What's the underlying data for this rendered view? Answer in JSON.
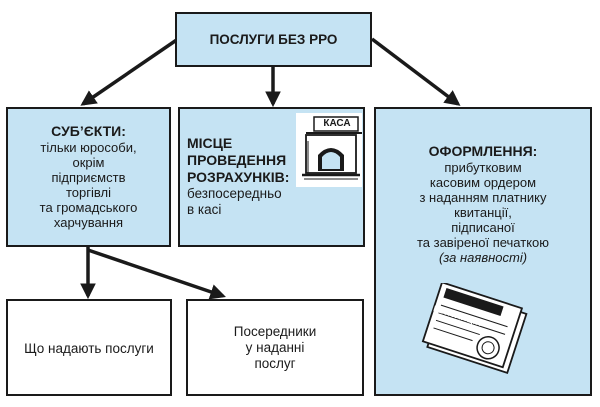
{
  "top": {
    "title": "ПОСЛУГИ БЕЗ РРО"
  },
  "subjects": {
    "heading": "СУБ’ЄКТИ:",
    "body": [
      "тільки юрособи,",
      "окрім",
      "підприємств",
      "торгівлі",
      "та громадського",
      "харчування"
    ]
  },
  "place": {
    "heading": [
      "МІСЦЕ",
      "ПРОВЕДЕННЯ",
      "РОЗРАХУНКІВ:"
    ],
    "body": [
      "безпосередньо",
      "в касі"
    ],
    "sign": "КАСА"
  },
  "registration": {
    "heading": "ОФОРМЛЕННЯ:",
    "body": [
      "прибутковим",
      "касовим ордером",
      "з наданням платнику",
      "квитанції,",
      "підписаної",
      "та завіреної печаткою"
    ],
    "note": "(за наявності)",
    "receipt_label": "КВИТАНЦІЯ"
  },
  "providers": {
    "label": "Що надають послуги"
  },
  "intermediaries": {
    "label": [
      "Посередники",
      "у наданні",
      "послуг"
    ]
  },
  "colors": {
    "box_fill": "#c5e3f3",
    "stroke": "#1a1a1a"
  }
}
